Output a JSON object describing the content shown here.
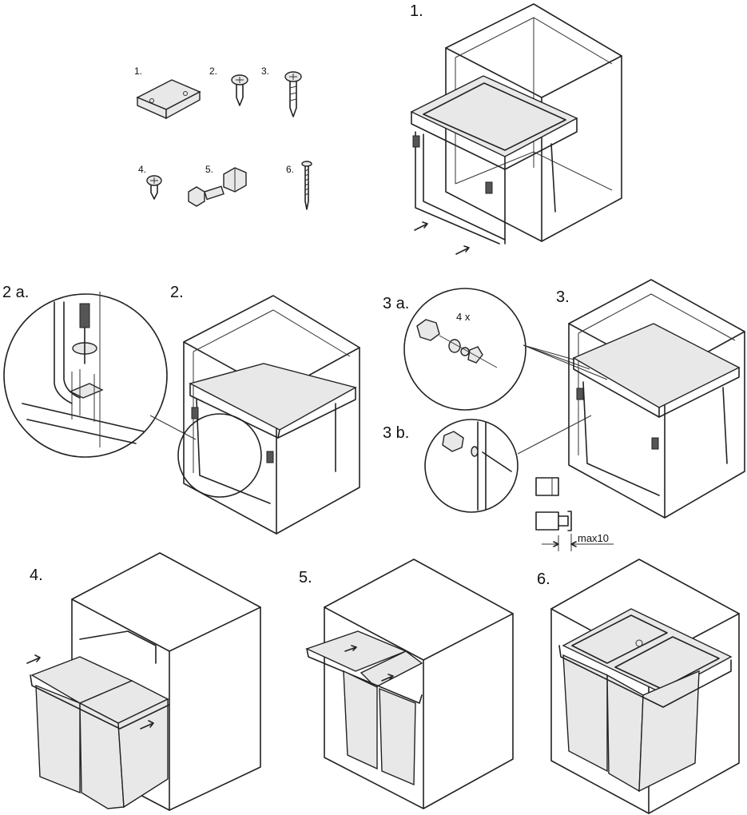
{
  "steps": {
    "s1": "1.",
    "s2a": "2 a.",
    "s2": "2.",
    "s3a": "3 a.",
    "s3": "3.",
    "s3b": "3 b.",
    "s4": "4.",
    "s5": "5.",
    "s6": "6."
  },
  "parts": {
    "p1": "1.",
    "p2": "2.",
    "p3": "3.",
    "p4": "4.",
    "p5": "5.",
    "p6": "6."
  },
  "detail": {
    "qty": "4 x",
    "max": "max10"
  }
}
